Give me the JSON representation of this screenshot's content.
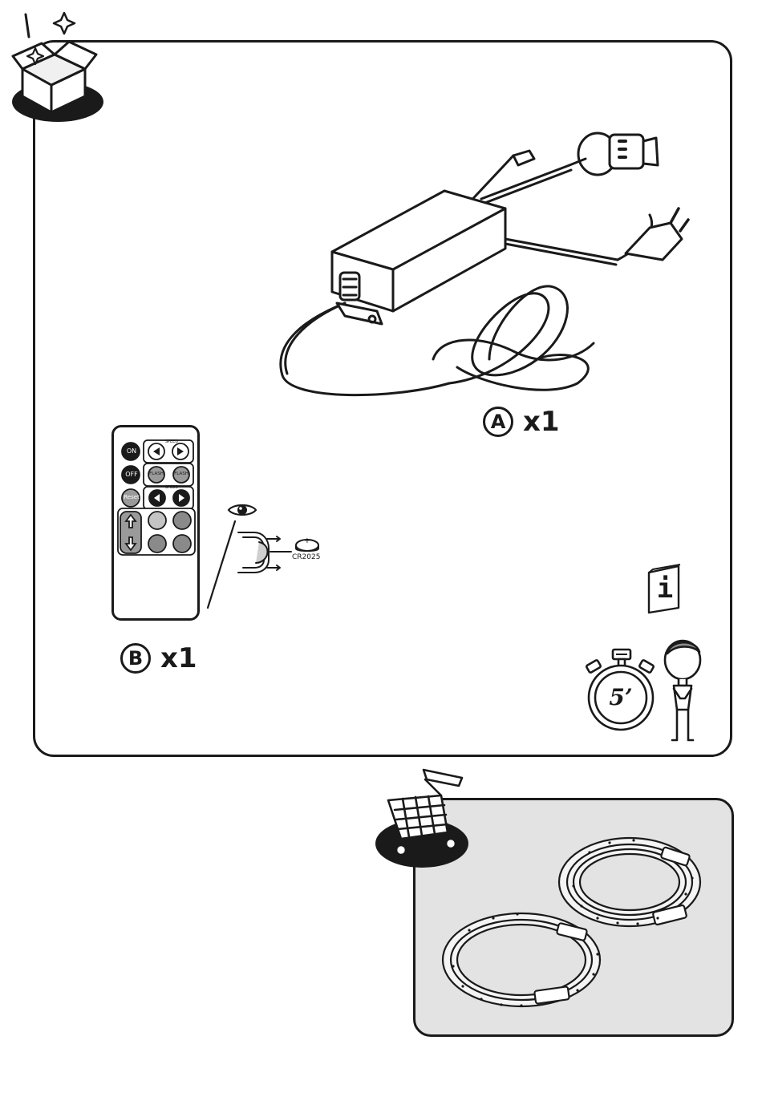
{
  "contents_panel": {
    "item_a": {
      "letter": "A",
      "quantity": "x1"
    },
    "item_b": {
      "letter": "B",
      "quantity": "x1"
    },
    "remote": {
      "on": "ON",
      "off": "OFF",
      "reset": "Reset",
      "flash_left": "FLASH-",
      "flash_right": "FLASH",
      "speed": "SPEED",
      "speed_bottom": "SPEED"
    },
    "battery_label": "CR2025",
    "battery_plus": "+",
    "info_glyph": "i",
    "timer_value": "5’"
  },
  "icons": {
    "box": "open-box-icon",
    "cart": "shopping-cart-icon",
    "eye": "eye-icon",
    "info": "info-booklet-icon",
    "timer": "stopwatch-icon",
    "person": "person-icon"
  },
  "colors": {
    "ink": "#1a1a1a",
    "accessories_bg": "#e3e3e3",
    "panel_border": "#1a1a1a"
  }
}
